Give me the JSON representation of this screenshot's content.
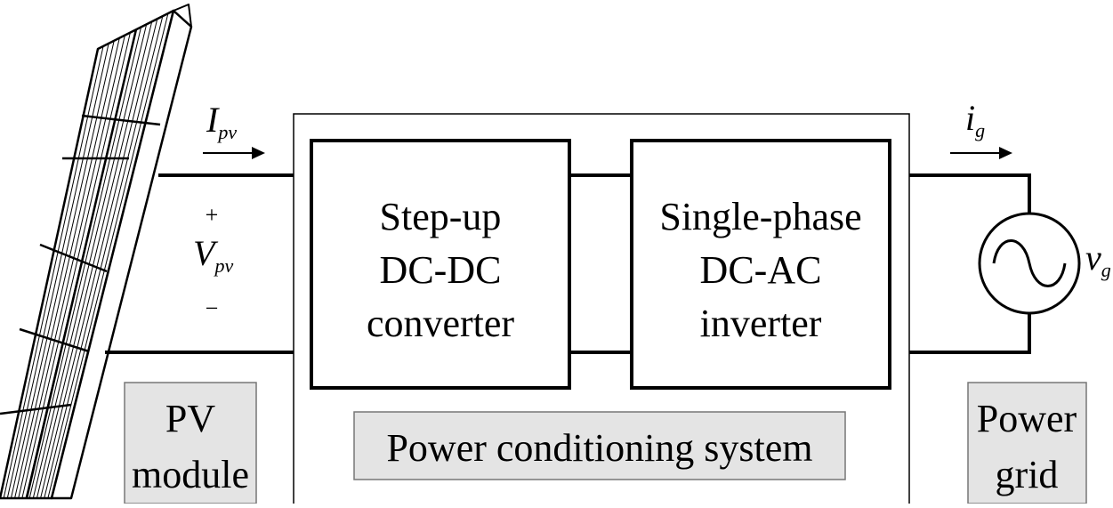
{
  "diagram": {
    "pv_module": {
      "label_lines": [
        "PV",
        "module"
      ]
    },
    "pcs_label": "Power conditioning system",
    "converter": {
      "label_lines": [
        "Step-up",
        "DC-DC",
        "converter"
      ]
    },
    "inverter": {
      "label_lines": [
        "Single-phase",
        "DC-AC",
        "inverter"
      ]
    },
    "grid": {
      "label_lines": [
        "Power",
        "grid"
      ]
    },
    "pv_current": {
      "symbol": "I",
      "subscript": "pv"
    },
    "pv_voltage": {
      "symbol": "V",
      "subscript": "pv",
      "plus": "+",
      "minus": "−"
    },
    "grid_current": {
      "symbol": "i",
      "subscript": "g"
    },
    "grid_voltage": {
      "symbol": "v",
      "subscript": "g"
    }
  }
}
